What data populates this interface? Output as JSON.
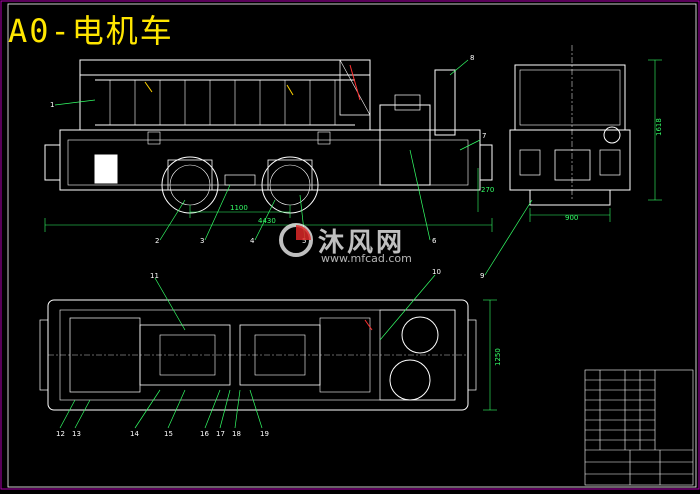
{
  "title": "A0-电机车",
  "watermark": {
    "brand": "沐风网",
    "url": "www.mfcad.com"
  },
  "colors": {
    "background": "#000000",
    "border": "#b000b0",
    "lines": "#ffffff",
    "dims": "#33ff66",
    "callouts": "#33ff66",
    "title": "#ffe600",
    "accent_red": "#ff3030",
    "accent_yellow": "#ffd200"
  },
  "side_view": {
    "dimension_1": "1100",
    "dimension_2": "4430",
    "height_dim": "270"
  },
  "front_view": {
    "width_dim": "900",
    "height_dim": "1618"
  },
  "plan_view": {
    "width_dim": "1250"
  },
  "callouts": [
    "1",
    "2",
    "3",
    "4",
    "5",
    "6",
    "7",
    "8",
    "9",
    "10",
    "11",
    "12",
    "13",
    "14",
    "15",
    "16",
    "17",
    "18",
    "19"
  ]
}
